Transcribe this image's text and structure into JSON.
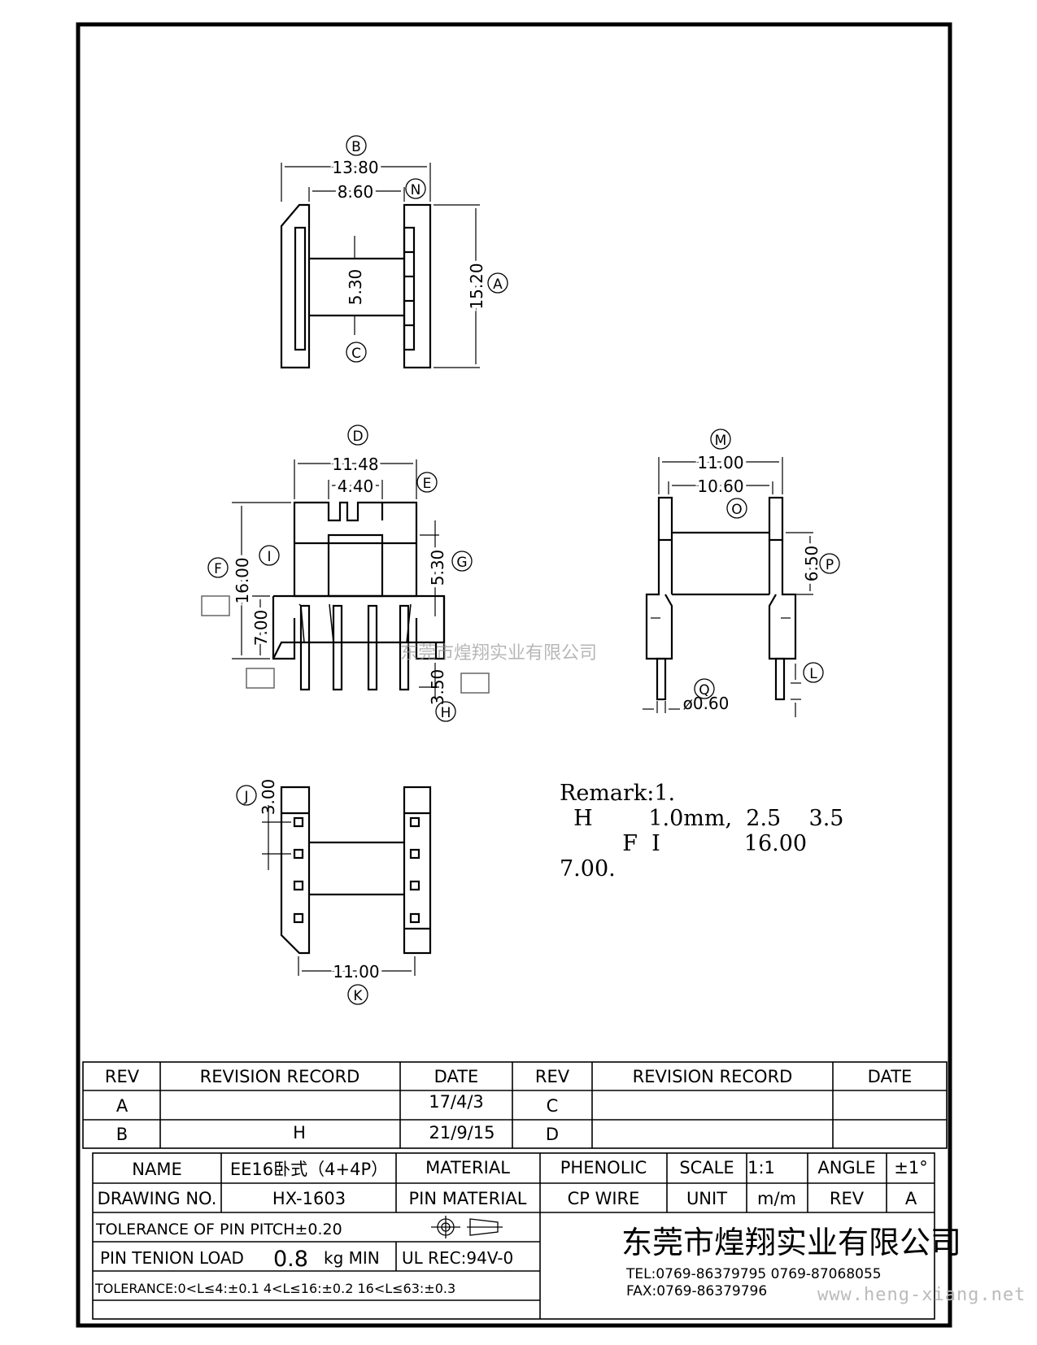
{
  "watermark": {
    "company": "东莞市煌翔实业有限公司",
    "site": "www.heng-xiang.net"
  },
  "views": {
    "top": {
      "labels": {
        "B": "B",
        "N": "N",
        "A": "A",
        "C": "C"
      },
      "dims": {
        "overall_width": "13.80",
        "inner_width": "8.60",
        "core_height": "5.30",
        "overall_height": "15.20"
      }
    },
    "front": {
      "labels": {
        "D": "D",
        "E": "E",
        "F": "F",
        "I": "I",
        "G": "G",
        "H": "H"
      },
      "dims": {
        "width": "11.48",
        "slot": "4.40",
        "total_height": "16.00",
        "window": "5.30",
        "base": "7.00",
        "pin": "3.50"
      }
    },
    "side": {
      "labels": {
        "M": "M",
        "O": "O",
        "P": "P",
        "Q": "Q",
        "L": "L"
      },
      "dims": {
        "outer": "11.00",
        "inner": "10.60",
        "height": "6.50",
        "pin_dia": "ø0.60"
      }
    },
    "bottom": {
      "labels": {
        "J": "J",
        "K": "K"
      },
      "dims": {
        "pitch": "3.00",
        "span": "11.00"
      }
    }
  },
  "remark": {
    "line1": "Remark:1.",
    "line2": "  H        1.0mm,  2.5    3.5",
    "line3": "         F  I            16.00",
    "line4": "7.00."
  },
  "revision_table": {
    "headers": [
      "REV",
      "REVISION RECORD",
      "DATE",
      "REV",
      "REVISION RECORD",
      "DATE"
    ],
    "rows": [
      [
        "A",
        "",
        "17/4/3",
        "C",
        "",
        ""
      ],
      [
        "B",
        "H",
        "21/9/15",
        "D",
        "",
        ""
      ]
    ]
  },
  "title_block": {
    "name_label": "NAME",
    "name_value": "EE16卧式（4+4P）",
    "material_label": "MATERIAL",
    "material_value": "PHENOLIC",
    "scale_label": "SCALE",
    "scale_value": "1:1",
    "angle_label": "ANGLE",
    "angle_value": "±1°",
    "drawing_no_label": "DRAWING NO.",
    "drawing_no_value": "HX-1603",
    "pin_material_label": "PIN MATERIAL",
    "pin_material_value": "CP WIRE",
    "unit_label": "UNIT",
    "unit_value": "m/m",
    "rev_label": "REV",
    "rev_value": "A",
    "tolerance_pitch": "TOLERANCE OF PIN PITCH±0.20",
    "pin_tension_label": "PIN TENION LOAD",
    "pin_tension_value": "0.8",
    "pin_tension_unit": "kg MIN",
    "ul": "UL REC:94V-0",
    "tolerance_general": "TOLERANCE:0<L≤4:±0.1  4<L≤16:±0.2  16<L≤63:±0.3",
    "company": "东莞市煌翔实业有限公司",
    "tel": "TEL:0769-86379795    0769-87068055",
    "fax": "FAX:0769-86379796"
  }
}
